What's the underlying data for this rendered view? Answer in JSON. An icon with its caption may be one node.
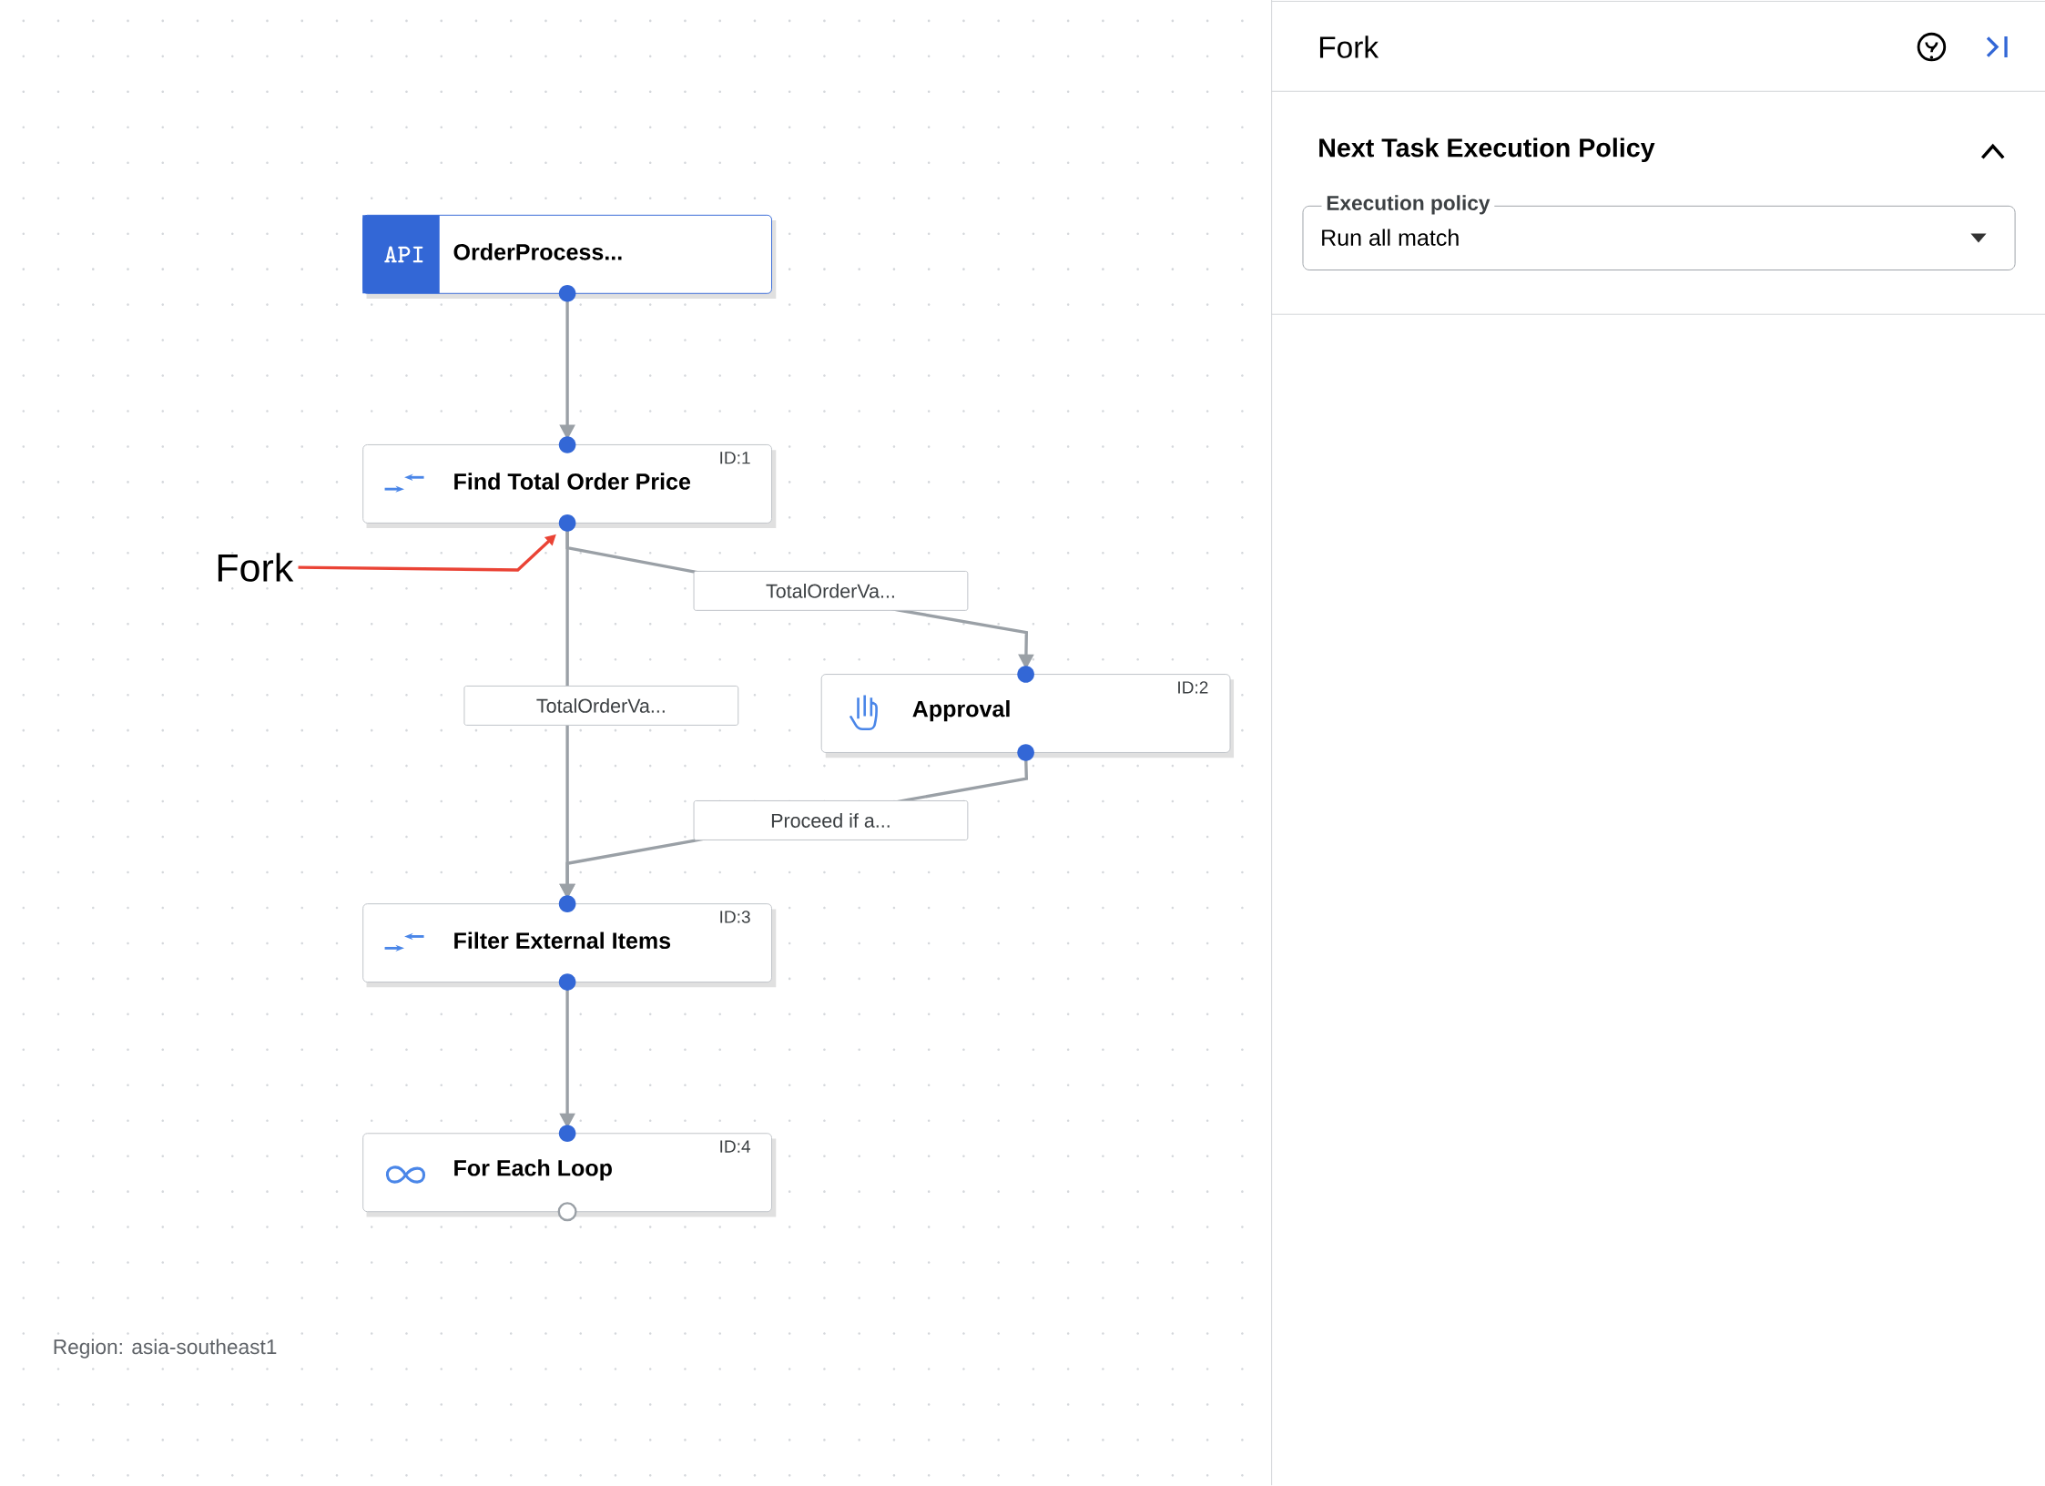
{
  "diagram": {
    "nodes": [
      {
        "text": [
          "API",
          "OrderProcess..."
        ]
      },
      {
        "text": [
          "Find Total Order Price",
          "ID:1"
        ]
      },
      {
        "text": [
          "Approval",
          "ID:2"
        ]
      },
      {
        "text": [
          "Filter External Items",
          "ID:3"
        ]
      },
      {
        "text": [
          "For Each Loop",
          "ID:4"
        ]
      },
      {
        "text": [
          "Fork"
        ]
      }
    ],
    "edges": [
      {
        "from": 0,
        "to": 1,
        "arrow": "to"
      },
      {
        "from": 1,
        "to": 2,
        "arrow": "to",
        "label": "TotalOrderVa..."
      },
      {
        "from": 1,
        "to": 3,
        "arrow": "to",
        "label": "TotalOrderVa..."
      },
      {
        "from": 2,
        "to": 3,
        "arrow": "to",
        "label": "Proceed if a..."
      },
      {
        "from": 3,
        "to": 4,
        "arrow": "to"
      },
      {
        "from": 5,
        "to": 1,
        "arrow": "to",
        "color": "#ea4335"
      }
    ],
    "labels": [
      "Region: asia-southeast1",
      "Fork",
      "Next Task Execution Policy",
      "Execution policy",
      "Run all match"
    ]
  }
}
